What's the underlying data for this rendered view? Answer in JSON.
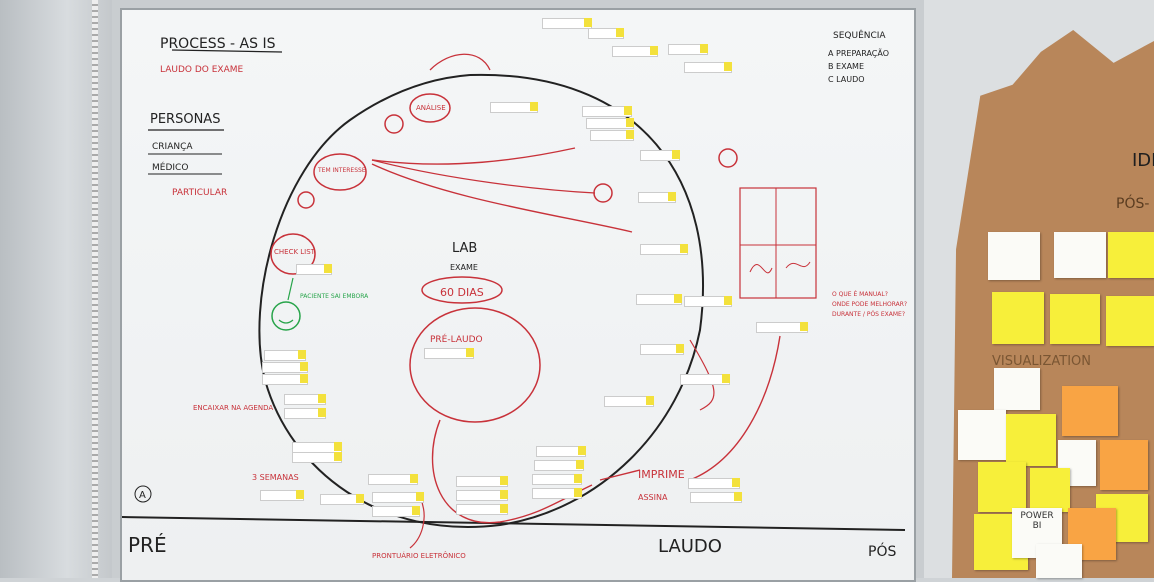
{
  "board": {
    "title": "PROCESS - AS IS",
    "subtitle": "LAUDO DO EXAME",
    "personas_heading": "PERSONAS",
    "personas": [
      "CRIANÇA",
      "MÉDICO",
      "PARTICULAR"
    ],
    "sequence_heading": "SEQUÊNCIA",
    "sequence": [
      "A PREPARAÇÃO",
      "B EXAME",
      "C LAUDO"
    ],
    "center_title": "LAB",
    "center_subtitle": "EXAME",
    "center_days": "60 DIAS",
    "pre_laudo": "PRÉ-LAUDO",
    "check_list": "CHECK LIST",
    "analise": "ANÁLISE",
    "tem_interesse": "TEM INTERESSE",
    "tres_semanas": "3 SEMANAS",
    "encaixar": "ENCAIXAR NA AGENDA",
    "prontuario": "PRONTUÁRIO ELETRÔNICO",
    "imprime": "IMPRIME",
    "assina": "ASSINA",
    "timeline_start": "PRÉ",
    "timeline_mid": "LAUDO",
    "timeline_end": "PÓS",
    "marker_a": "A",
    "paciente_label": "PACIENTE SAI EMBORA",
    "questions": [
      "O QUE É MANUAL?",
      "ONDE PODE MELHORAR?",
      "DURANTE / PÓS EXAME?"
    ]
  },
  "right_board": {
    "heading_ide": "IDÉ",
    "heading_pos": "PÓS-",
    "visualization": "VISUALIZATION",
    "power_bi": "POWER BI"
  },
  "colors": {
    "red_marker": "#c8323a",
    "black_marker": "#222222",
    "green_marker": "#27a44a",
    "sticky_yellow": "#f7ef3a",
    "sticky_orange": "#f9a444",
    "kraft_paper": "#b8865a"
  }
}
